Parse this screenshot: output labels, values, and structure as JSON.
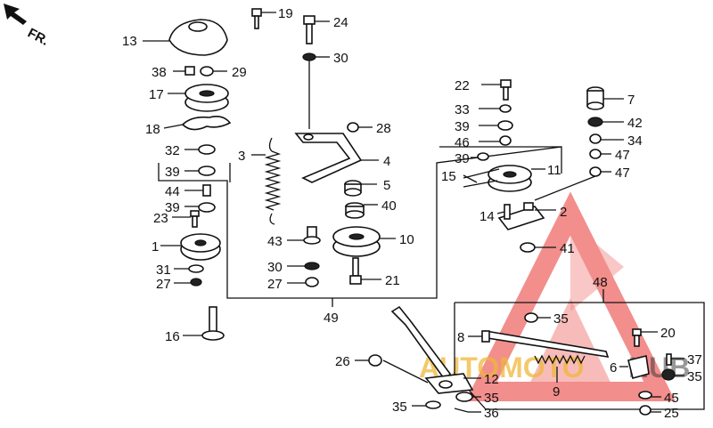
{
  "orientation": {
    "direction_label": "FR."
  },
  "part_labels": {
    "p1": "1",
    "p2": "2",
    "p3": "3",
    "p4": "4",
    "p5": "5",
    "p6": "6",
    "p7": "7",
    "p8": "8",
    "p9": "9",
    "p10": "10",
    "p11": "11",
    "p12": "12",
    "p13": "13",
    "p14": "14",
    "p15": "15",
    "p16": "16",
    "p17": "17",
    "p18": "18",
    "p19": "19",
    "p20": "20",
    "p21": "21",
    "p22": "22",
    "p23": "23",
    "p24": "24",
    "p25": "25",
    "p26": "26",
    "p27a": "27",
    "p27b": "27",
    "p28": "28",
    "p29": "29",
    "p30a": "30",
    "p30b": "30",
    "p31": "31",
    "p32": "32",
    "p33": "33",
    "p34": "34",
    "p35a": "35",
    "p35b": "35",
    "p35c": "35",
    "p35d": "35",
    "p36": "36",
    "p37": "37",
    "p38": "38",
    "p39a": "39",
    "p39b": "39",
    "p39c": "39",
    "p39d": "39",
    "p40": "40",
    "p41": "41",
    "p42": "42",
    "p43": "43",
    "p44": "44",
    "p45": "45",
    "p46": "46",
    "p47a": "47",
    "p47b": "47",
    "p48": "48",
    "p49": "49"
  },
  "watermark": {
    "text_left": "AUTOMOTO",
    "text_right": "HUB",
    "accent_color": "#e8332f",
    "gold_color": "#f0b73a"
  }
}
